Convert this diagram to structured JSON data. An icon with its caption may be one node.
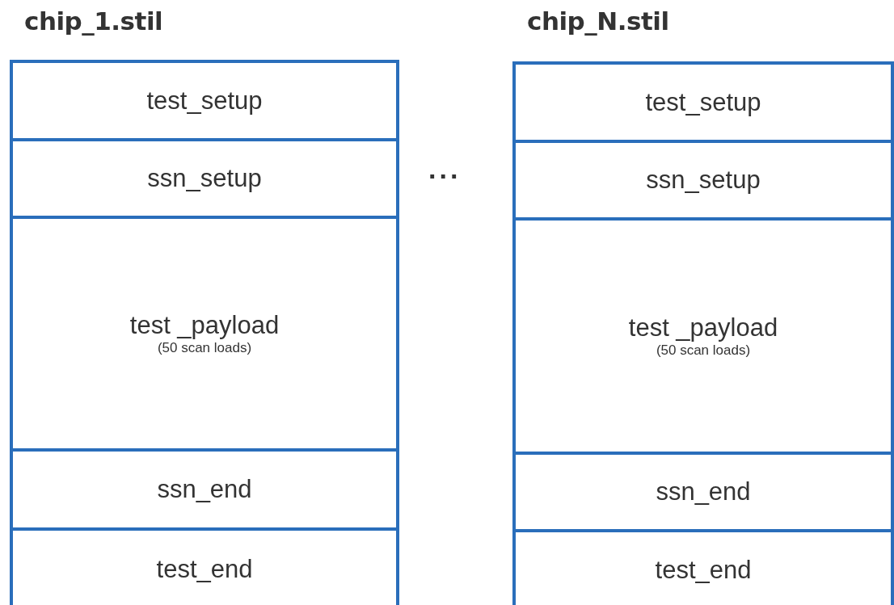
{
  "diagram": {
    "nodes": [
      {
        "text": [
          "chip_1.stil"
        ]
      },
      {
        "text": [
          "test_setup"
        ],
        "in": 0
      },
      {
        "text": [
          "ssn_setup"
        ],
        "in": 0
      },
      {
        "text": [
          "test _payload",
          "(50 scan loads)"
        ],
        "in": 0
      },
      {
        "text": [
          "ssn_end"
        ],
        "in": 0
      },
      {
        "text": [
          "test_end"
        ],
        "in": 0
      },
      {
        "text": [
          "chip_N.stil"
        ]
      },
      {
        "text": [
          "test_setup"
        ],
        "in": 6
      },
      {
        "text": [
          "ssn_setup"
        ],
        "in": 6
      },
      {
        "text": [
          "test _payload",
          "(50 scan loads)"
        ],
        "in": 6
      },
      {
        "text": [
          "ssn_end"
        ],
        "in": 6
      },
      {
        "text": [
          "test_end"
        ],
        "in": 6
      }
    ],
    "edges": [],
    "labels": [
      "..."
    ]
  }
}
